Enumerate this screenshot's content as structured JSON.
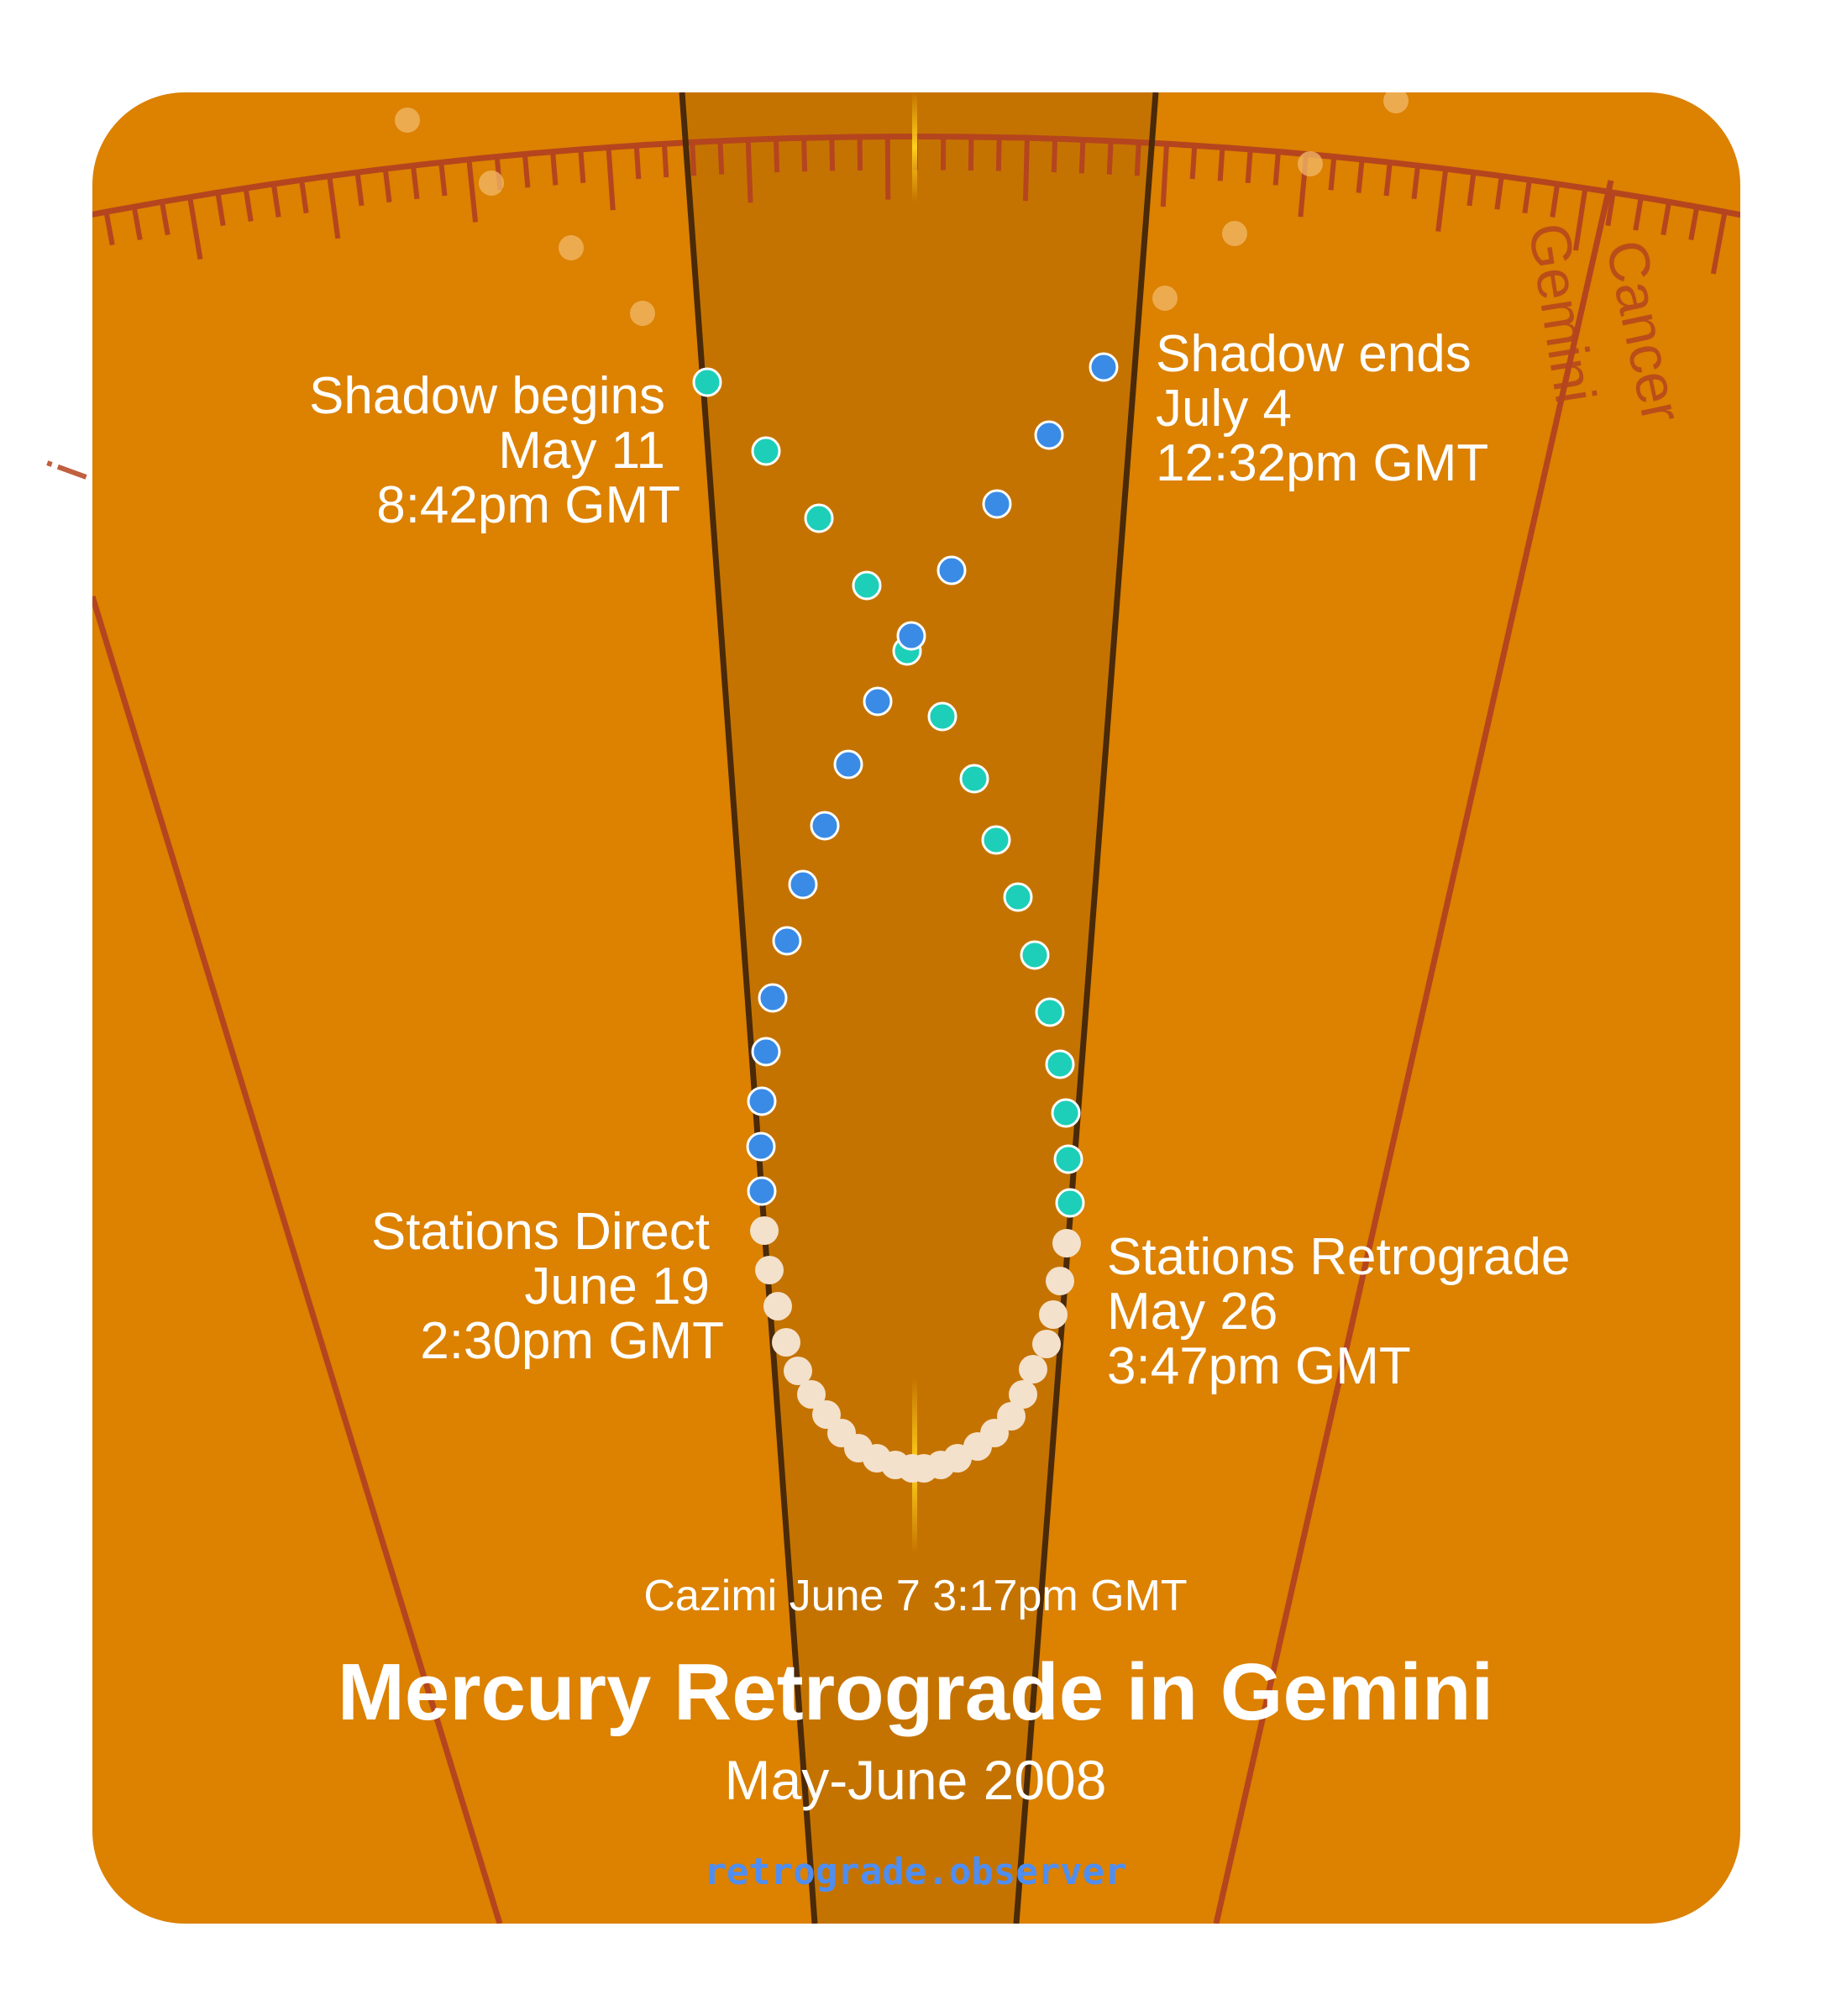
{
  "title": "Mercury Retrograde in Gemini",
  "subtitle": "May-June 2008",
  "cazimi": "Cazimi June 7 3:17pm GMT",
  "brand": "retrograde.observer",
  "signs": {
    "left_partial": "i",
    "gemini": "Gemini",
    "cancer": "Cancer"
  },
  "events": {
    "shadow_begins": {
      "line1": "Shadow begins",
      "line2": "May 11",
      "line3": "8:42pm GMT"
    },
    "shadow_ends": {
      "line1": "Shadow ends",
      "line2": "July 4",
      "line3": "12:32pm GMT"
    },
    "stations_direct": {
      "line1": "Stations Direct",
      "line2": "June 19",
      "line3": "2:30pm GMT"
    },
    "stations_retrograde": {
      "line1": "Stations Retrograde",
      "line2": "May 26",
      "line3": "3:47pm GMT"
    }
  },
  "colors": {
    "background": "#dc8100",
    "shadow_band": "#c57300",
    "zodiac_lines": "#b5451e",
    "pre_shadow_dots": "#1dcfb8",
    "retrograde_dots": "#f4e1cc",
    "post_shadow_dots": "#3a8be6",
    "sun_marker": "#ffd21a"
  }
}
